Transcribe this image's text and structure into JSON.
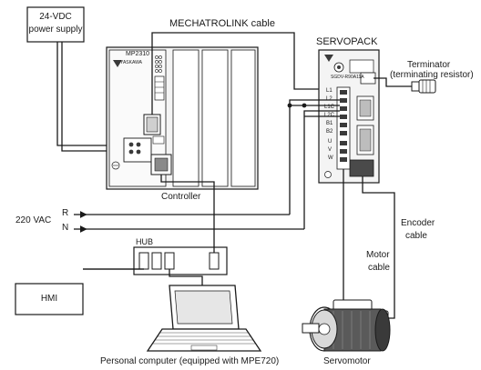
{
  "labels": {
    "psu_line1": "24-VDC",
    "psu_line2": "power supply",
    "mechatrolink": "MECHATROLINK cable",
    "servopack": "SERVOPACK",
    "terminator_line1": "Terminator",
    "terminator_line2": "(terminating resistor)",
    "controller_model": "MP2310",
    "controller_brand": "YASKAWA",
    "controller": "Controller",
    "servopack_model": "SGDV-R90A11A",
    "r_phase": "R",
    "n_phase": "N",
    "vac": "220 VAC",
    "hub": "HUB",
    "hmi": "HMI",
    "encoder_line1": "Encoder",
    "encoder_line2": "cable",
    "motor_line1": "Motor",
    "motor_line2": "cable",
    "pc": "Personal computer (equipped with MPE720)",
    "servomotor": "Servomotor"
  },
  "terminals": [
    "L1",
    "L2",
    "L1C",
    "L2C",
    "B1",
    "B2",
    "U",
    "V",
    "W"
  ],
  "colors": {
    "line": "#1a1a1a",
    "device_fill": "#f4f4f4",
    "dark": "#3a3a3a"
  }
}
